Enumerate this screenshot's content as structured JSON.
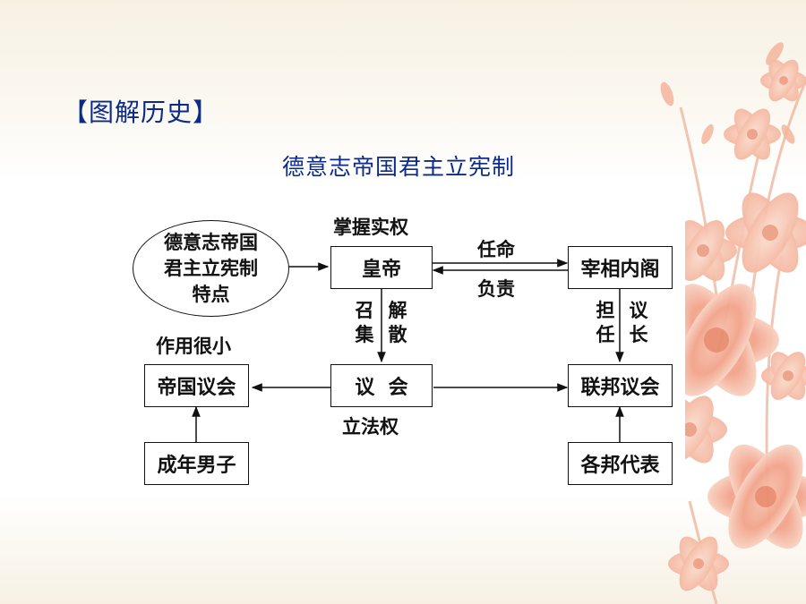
{
  "heading": "【图解历史】",
  "subtitle": "德意志帝国君主立宪制",
  "diagram": {
    "features_oval": [
      "德意志帝国",
      "君主立宪制",
      "特点"
    ],
    "emperor": "皇帝",
    "emperor_label": "掌握实权",
    "cabinet": "宰相内阁",
    "appoint_label": "任命",
    "responsible_label": "负责",
    "convene_label": "召集",
    "dissolve_label": "解散",
    "parliament": "议  会",
    "legislative_label": "立法权",
    "reichstag": "帝国议会",
    "reichstag_note": "作用很小",
    "federal_council": "联邦议会",
    "serve_label": "担任",
    "chair_label": "议长",
    "adult_males": "成年男子",
    "state_reps": "各邦代表"
  }
}
